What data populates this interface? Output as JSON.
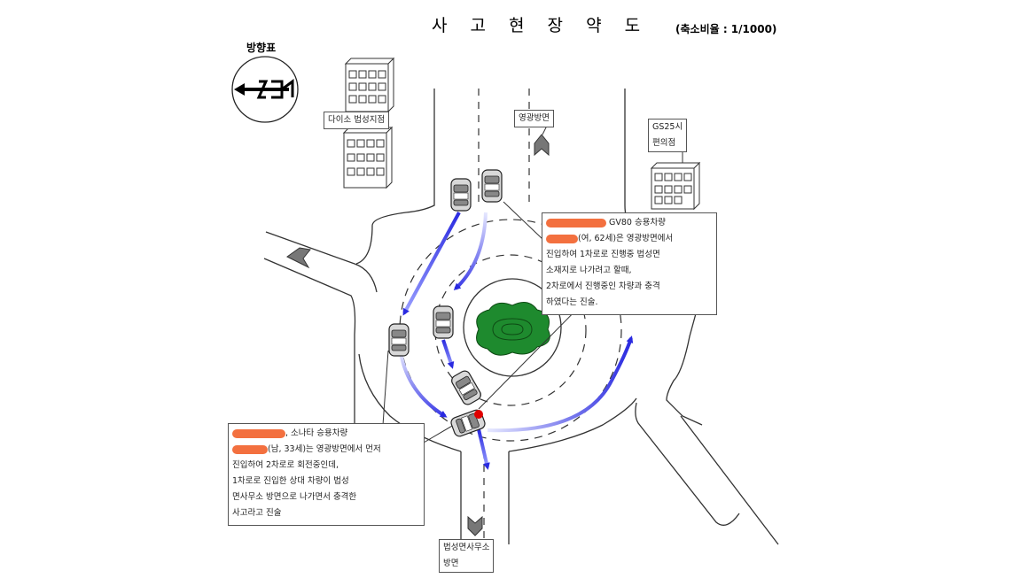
{
  "title": "사 고 현 장 약 도",
  "scale": "(축소비율 : 1/1000)",
  "compass_label": "방향표",
  "labels": {
    "daiso": "다이소 법성지점",
    "yeonggwang": "영광방면",
    "gs25_line1": "GS25시",
    "gs25_line2": "편의점",
    "office_line1": "법성면사무소",
    "office_line2": "방면"
  },
  "statement_gv80": [
    "GV80 승용차량",
    "(여, 62세)은 영광방면에서",
    "진입하여 1차로로 진행중 법성면",
    "소재지로 나가려고 할때,",
    "2차로에서 진행중인 차량과 충격",
    "하였다는 진술."
  ],
  "statement_sonata": [
    ", 소나타 승용차량",
    "(남, 33세)는 영광방면에서 먼저",
    "진입하여 2차로로 회전중인데,",
    "1차로로 진입한 상대 차량이 법성",
    "면사무소 방면으로 나가면서 충격한",
    "사고라고 진술"
  ],
  "colors": {
    "arrow_blue": "#2a2ae0",
    "tree_green": "#1e8a2e",
    "collision_red": "#e00000",
    "redaction": "#f2612a"
  }
}
